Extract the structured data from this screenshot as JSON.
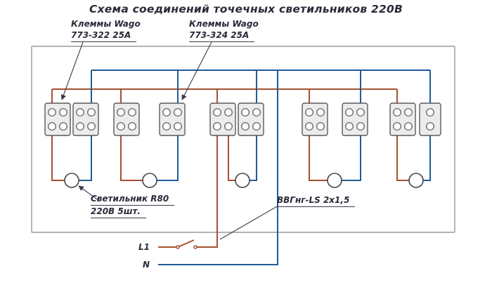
{
  "title": "Схема соединений точечных светильников 220В",
  "labels": {
    "wago_left": {
      "line1": "Клеммы Wago",
      "line2": "773-322 25А"
    },
    "wago_right": {
      "line1": "Клеммы Wago",
      "line2": "773-324 25А"
    },
    "lamp": {
      "line1": "Светильник R80",
      "line2": "220В 5шт."
    },
    "cable": "ВВГнг-LS 2х1,5",
    "phase_line": "L1",
    "neutral_line": "N"
  },
  "colors": {
    "phase_wire": "#a5512e",
    "neutral_wire": "#1f5c96",
    "text": "#2a2a3a",
    "enclosure_stroke": "#9a9a9a",
    "terminal_fill": "#ececec",
    "terminal_stroke": "#5a5a5a"
  }
}
